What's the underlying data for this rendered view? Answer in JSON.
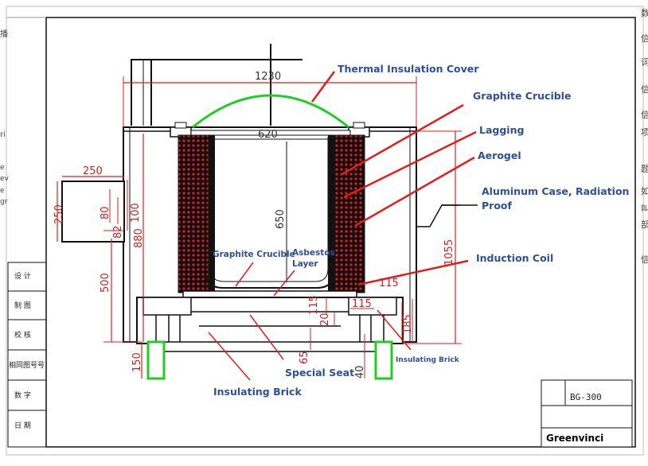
{
  "labels": {
    "thermal_insulation_cover": "Thermal Insulation Cover",
    "graphite_crucible_top": "Graphite Crucible",
    "lagging": "Lagging",
    "aerogel": "Aerogel",
    "aluminum_case_line1": "Aluminum Case, Radiation",
    "aluminum_case_line2": "Proof",
    "induction_coil": "Induction Coil",
    "graphite_crucible_inner": "Graphite Crucible",
    "asbestos_line1": "Asbestos",
    "asbestos_line2": "Layer",
    "insulating_brick_right": "Insulating Brick",
    "special_seat": "Special Seat",
    "insulating_brick_bottom": "Insulating Brick"
  },
  "dimensions": {
    "d1230": "1230",
    "d620": "620",
    "d650": "650",
    "d250h": "250",
    "d250v": "250",
    "d80": "80",
    "d100": "100",
    "d82": "82",
    "d880": "880",
    "d500": "500",
    "d1055": "1055",
    "d115a": "115",
    "d115b": "115",
    "d115c": "115",
    "d20": "20",
    "d185": "185",
    "d65": "65",
    "d40": "40",
    "d150": "150"
  },
  "title_block": {
    "rows": [
      "设 计",
      "制 图",
      "校 核",
      "相同图号号",
      "数 字",
      "日 期"
    ]
  },
  "model": "BG-300",
  "brand": "Greenvinci",
  "margin_left": [
    "播",
    "ri",
    "e",
    "ev",
    "e",
    "gr"
  ],
  "margin_right": [
    "数",
    "信",
    "词",
    "信",
    "信",
    "项",
    "题",
    "如",
    "叫",
    "部",
    "信"
  ],
  "colors": {
    "red": "#e01e1e",
    "green": "#22cc22",
    "black": "#111111",
    "label": "#2f4f9a"
  }
}
